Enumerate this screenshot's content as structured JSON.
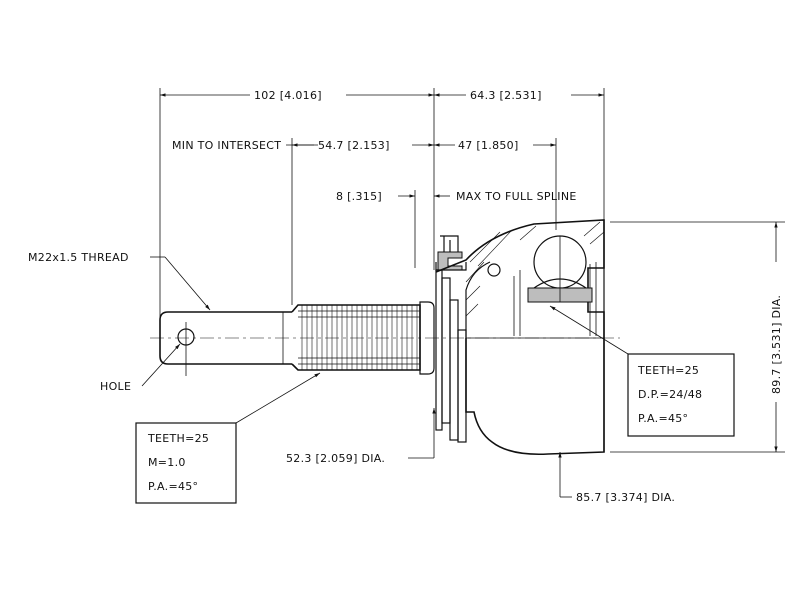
{
  "dimensions": {
    "overall_length": "102 [4.016]",
    "outer_length": "64.3 [2.531]",
    "min_to_intersect_label": "MIN TO INTERSECT",
    "min_to_intersect_value": "54.7 [2.153]",
    "spline_length": "47 [1.850]",
    "offset": "8 [.315]",
    "max_to_full_spline": "MAX TO FULL SPLINE",
    "thread": "M22x1.5 THREAD",
    "hole": "HOLE",
    "seal_dia": "52.3 [2.059] DIA.",
    "body_dia": "85.7 [3.374] DIA.",
    "outer_dia": "89.7 [3.531] DIA."
  },
  "spec_outer_spline": {
    "teeth": "TEETH=25",
    "module": "M=1.0",
    "pressure_angle": "P.A.=45°"
  },
  "spec_inner_spline": {
    "teeth": "TEETH=25",
    "diametral_pitch": "D.P.=24/48",
    "pressure_angle": "P.A.=45°"
  }
}
